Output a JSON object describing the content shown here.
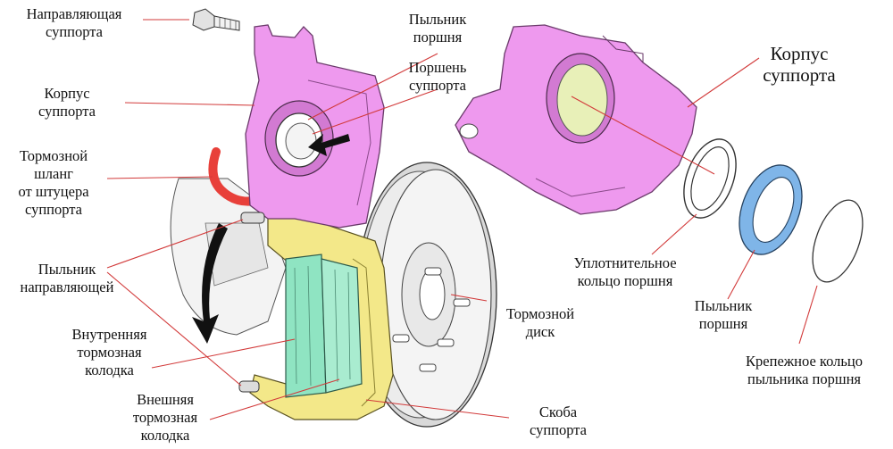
{
  "colors": {
    "caliper": "#ee99ee",
    "caliper_stroke": "#6a3a6a",
    "bracket": "#f3e889",
    "pads": "#8fe4c2",
    "hose": "#e8403a",
    "seal_ring": "#ffffff",
    "boot": "#7fb5e8",
    "leader": "#d23a3a",
    "piston_inner": "#e8f0b8"
  },
  "labels": {
    "guide_pin": [
      "Направляющая",
      "суппорта"
    ],
    "caliper_body": [
      "Корпус",
      "суппорта"
    ],
    "brake_hose": [
      "Тормозной",
      "шланг",
      "от штуцера",
      "суппорта"
    ],
    "guide_boot": [
      "Пыльник",
      "направляющей"
    ],
    "inner_pad": [
      "Внутренняя",
      "тормозная",
      "колодка"
    ],
    "outer_pad": [
      "Внешняя",
      "тормозная",
      "колодка"
    ],
    "piston_boot_top": [
      "Пыльник",
      "поршня"
    ],
    "piston": [
      "Поршень",
      "суппорта"
    ],
    "caliper_body_right": [
      "Корпус",
      "суппорта"
    ],
    "brake_disc": [
      "Тормозной",
      "диск"
    ],
    "bracket": [
      "Скоба",
      "суппорта"
    ],
    "piston_seal": [
      "Уплотнительное",
      "кольцо поршня"
    ],
    "piston_boot_right": [
      "Пыльник",
      "поршня"
    ],
    "retaining_ring": [
      "Крепежное кольцо",
      "пыльника поршня"
    ]
  }
}
